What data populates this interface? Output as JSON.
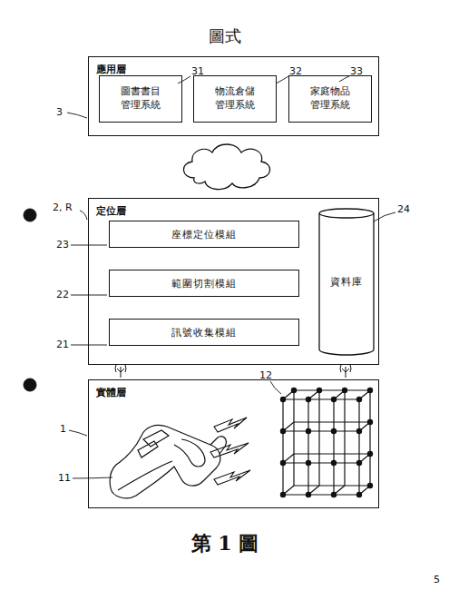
{
  "diagram": {
    "title": "圖式",
    "caption": "第 1 圖",
    "nodes": [
      {
        "text": [
          "應用層"
        ]
      },
      {
        "text": [
          "圖書書目 管理系統"
        ],
        "in": 0
      },
      {
        "text": [
          "物流倉儲 管理系統"
        ],
        "in": 0
      },
      {
        "text": [
          "家庭物品 管理系統"
        ],
        "in": 0
      },
      {
        "text": [
          "定位層"
        ]
      },
      {
        "text": [
          "座標定位模組"
        ],
        "in": 4
      },
      {
        "text": [
          "範圍切割模組"
        ],
        "in": 4
      },
      {
        "text": [
          "訊號收集模組"
        ],
        "in": 4
      },
      {
        "text": [
          "資料庫"
        ],
        "in": 4
      },
      {
        "text": [
          "實體層"
        ]
      }
    ],
    "labels": [
      "3",
      "31",
      "32",
      "33",
      "2, R",
      "24",
      "23",
      "22",
      "21",
      "12",
      "1",
      "11",
      "5"
    ]
  }
}
